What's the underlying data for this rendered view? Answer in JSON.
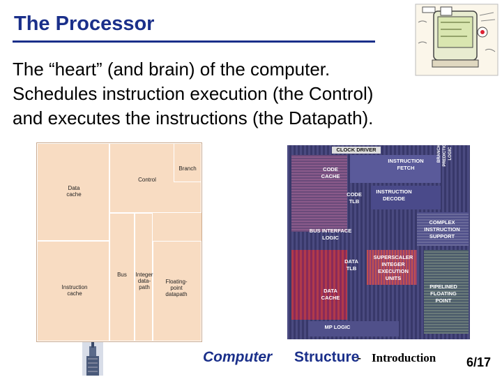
{
  "slide": {
    "title": "The Processor",
    "body_lines": [
      "The “heart” (and brain) of the computer.",
      "Schedules instruction execution (the Control)",
      "and executes the instructions (the Datapath)."
    ]
  },
  "floorplan": {
    "labels": {
      "data_cache": "Data\ncache",
      "control": "Control",
      "branch": "Branch",
      "instruction_cache": "Instruction\ncache",
      "bus": "Bus",
      "integer_datapath": "Integer\ndata-\npath",
      "floating_point_datapath": "Floating-\npoint\ndatapath"
    }
  },
  "die": {
    "labels": {
      "clock_driver": "CLOCK DRIVER",
      "instruction_fetch": "INSTRUCTION\nFETCH",
      "code_cache": "CODE\nCACHE",
      "branch_prediction": "BRANCH\nPREDICTION\nLOGIC",
      "code_tlb": "CODE\nTLB",
      "instruction_decode": "INSTRUCTION\nDECODE",
      "complex_instruction_support": "COMPLEX\nINSTRUCTION\nSUPPORT",
      "bus_interface_logic": "BUS INTERFACE\nLOGIC",
      "data_tlb": "DATA\nTLB",
      "superscaler": "SUPERSCALER\nINTEGER\nEXECUTION\nUNITS",
      "data_cache": "DATA\nCACHE",
      "pipelined_floating_point": "PIPELINED\nFLOATING\nPOINT",
      "mp_logic": "MP LOGIC"
    }
  },
  "footer": {
    "computer": "Computer",
    "structure": "Structure",
    "dash": "-",
    "introduction": "Introduction",
    "page": "6/17"
  }
}
